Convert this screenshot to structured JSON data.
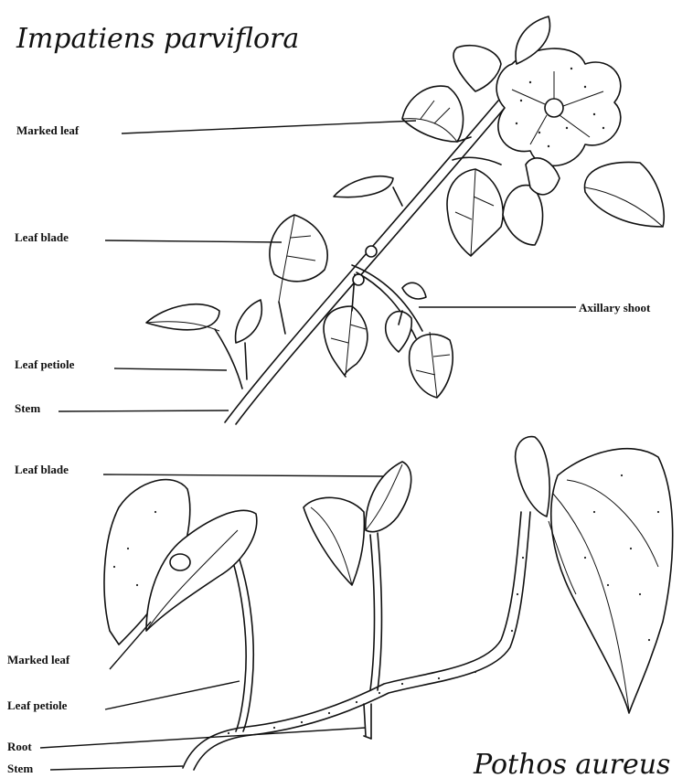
{
  "top_plant": {
    "title": "Impatiens parviflora",
    "labels": {
      "marked_leaf": "Marked leaf",
      "leaf_blade": "Leaf blade",
      "leaf_petiole": "Leaf petiole",
      "stem": "Stem",
      "axillary_shoot": "Axillary shoot"
    }
  },
  "bottom_plant": {
    "title": "Pothos aureus",
    "labels": {
      "leaf_blade": "Leaf blade",
      "marked_leaf": "Marked leaf",
      "leaf_petiole": "Leaf petiole",
      "root": "Root",
      "stem": "Stem"
    }
  }
}
